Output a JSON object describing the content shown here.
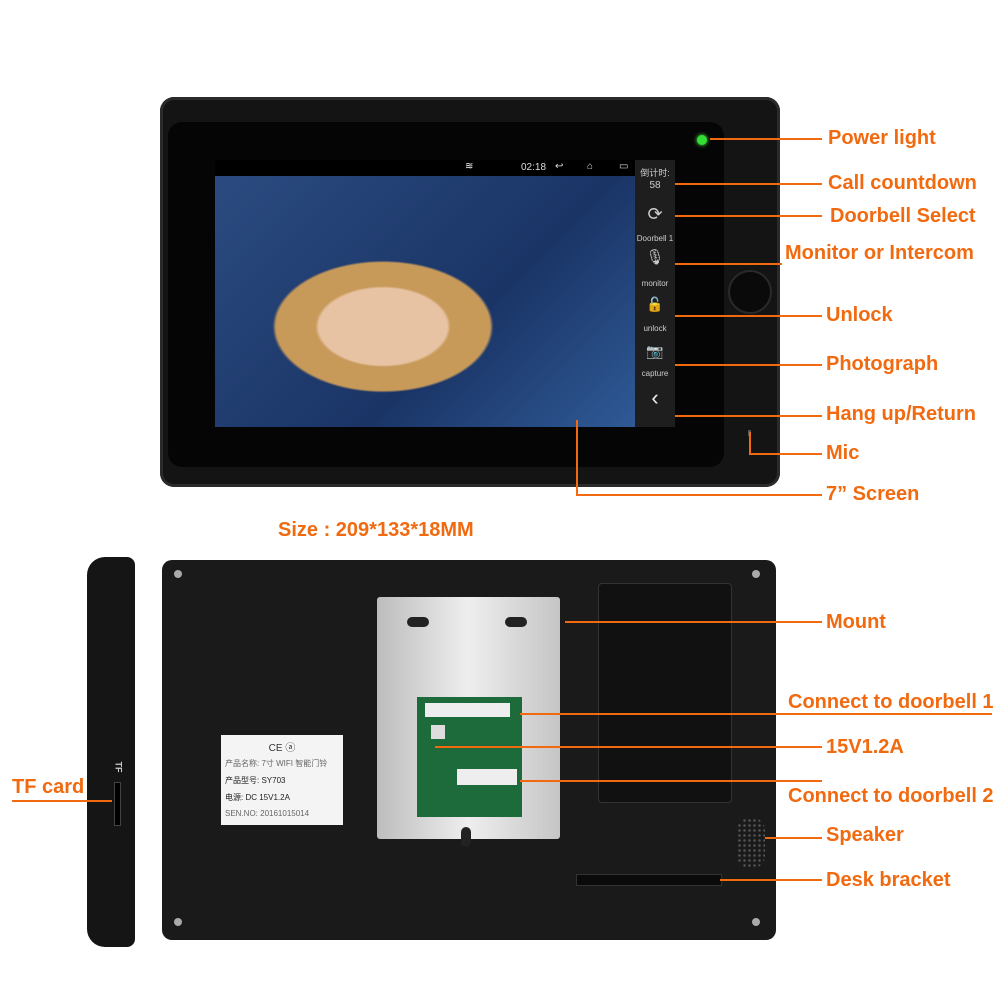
{
  "screen_ui": {
    "time": "02:18",
    "countdown_label": "倒计时:",
    "countdown_value": "58",
    "doorbell": "Doorbell 1",
    "monitor": "monitor",
    "unlock": "unlock",
    "capture": "capture"
  },
  "device_label": {
    "product_name": "产品名称: 7寸 WIFI 智能门铃",
    "model": "产品型号: SY703",
    "power": "电源: DC 15V1.2A",
    "serial": "SEN.NO: 20161015014",
    "certs": "CE ⓐ"
  },
  "side_text": "TF",
  "size": "Size : 209*133*18MM",
  "callouts": {
    "power_light": "Power light",
    "call_countdown": "Call countdown",
    "doorbell_select": "Doorbell Select",
    "monitor_intercom": "Monitor or Intercom",
    "unlock": "Unlock",
    "photograph": "Photograph",
    "hang_up": "Hang up/Return",
    "mic": "Mic",
    "screen": "7” Screen",
    "mount": "Mount",
    "doorbell1": "Connect to doorbell 1",
    "power_spec": "15V1.2A",
    "doorbell2": "Connect to doorbell 2",
    "speaker": "Speaker",
    "desk_bracket": "Desk bracket",
    "tf_card": "TF card"
  },
  "colors": {
    "accent": "#f26a10",
    "led": "#33dd33"
  }
}
